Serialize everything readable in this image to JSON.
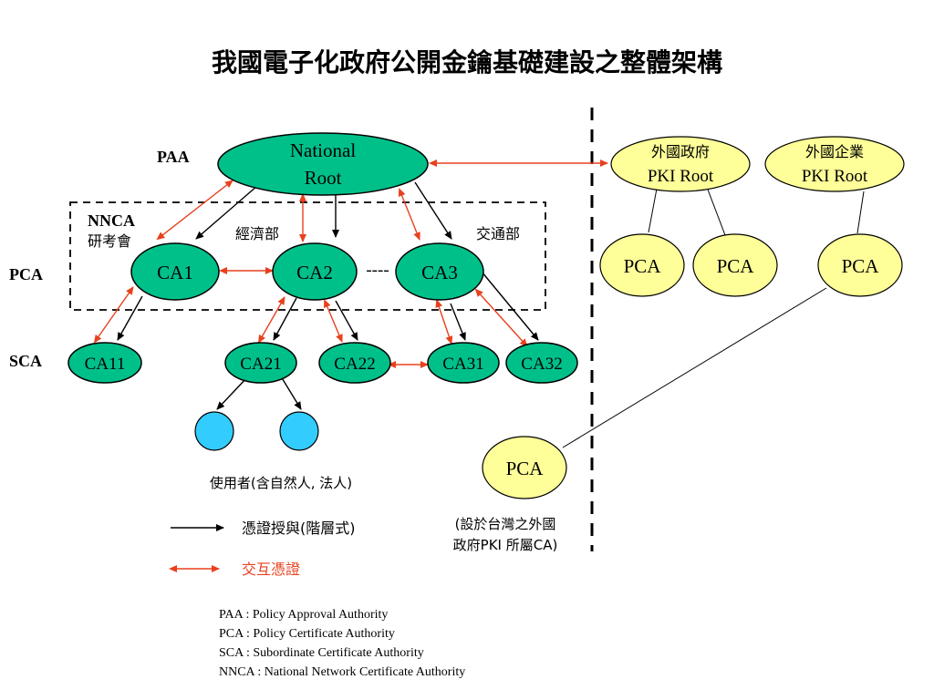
{
  "title": "我國電子化政府公開金鑰基礎建設之整體架構",
  "levels": {
    "paa": "PAA",
    "pca": "PCA",
    "sca": "SCA",
    "nnca": "NNCA"
  },
  "org_labels": {
    "rdec": "研考會",
    "moea": "經濟部",
    "motc": "交通部"
  },
  "nodes": {
    "national_root": [
      "National",
      "Root"
    ],
    "ca1": "CA1",
    "ca2": "CA2",
    "ca3": "CA3",
    "ca11": "CA11",
    "ca21": "CA21",
    "ca22": "CA22",
    "ca31": "CA31",
    "ca32": "CA32",
    "ellipsis": "----"
  },
  "foreign": {
    "gov_root": [
      "外國政府",
      "PKI Root"
    ],
    "ent_root": [
      "外國企業",
      "PKI Root"
    ],
    "pca": "PCA"
  },
  "users_label": "使用者(含自然人, 法人)",
  "taiwan_pca_note": [
    "(設於台灣之外國",
    "政府PKI 所屬CA)"
  ],
  "legend": {
    "issuance": "憑證授與(階層式)",
    "cross": "交互憑證"
  },
  "abbreviations": [
    "PAA : Policy Approval Authority",
    "PCA : Policy Certificate Authority",
    "SCA : Subordinate Certificate Authority",
    "NNCA : National Network Certificate Authority"
  ],
  "colors": {
    "node_green": "#00c08a",
    "node_yellow": "#ffff99",
    "user_blue": "#33ccff",
    "cross_cert_red": "#e8411e"
  }
}
